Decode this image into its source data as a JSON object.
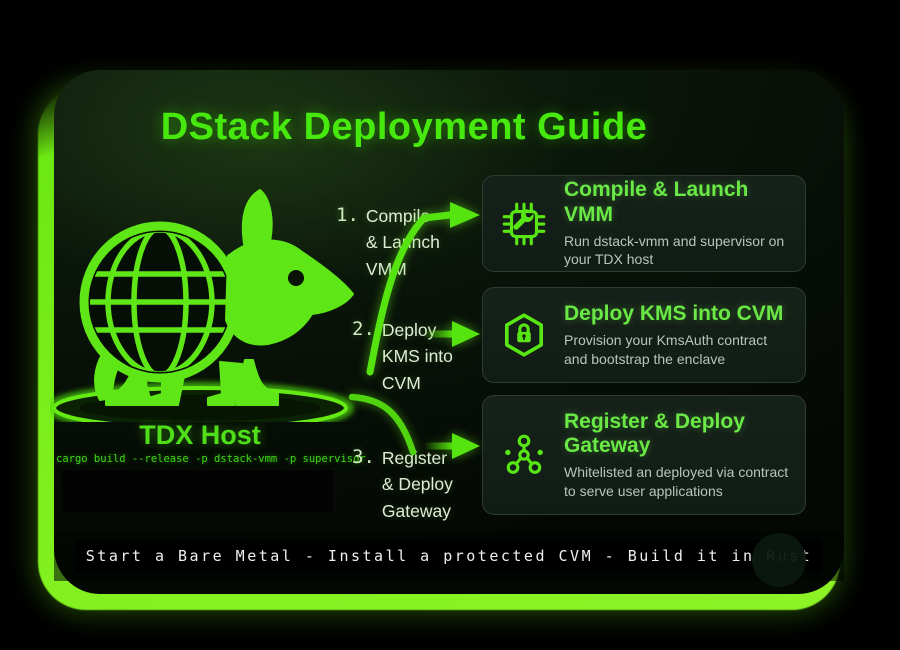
{
  "title": "DStack Deployment Guide",
  "host": {
    "label": "TDX Host",
    "command": "cargo build --release -p dstack-vmm -p supervisor"
  },
  "mascot": {
    "icon": "armadillo-icon"
  },
  "steps": [
    {
      "number": "1.",
      "label": "Compile\n& Launch\nVMM"
    },
    {
      "number": "2.",
      "label": "Deploy\nKMS into\nCVM"
    },
    {
      "number": "3.",
      "label": "Register\n& Deploy\nGateway"
    }
  ],
  "cards": [
    {
      "icon": "chip-wrench-icon",
      "heading": "Compile & Launch VMM",
      "body": "Run dstack-vmm and supervisor on your TDX host"
    },
    {
      "icon": "hexagon-lock-icon",
      "heading": "Deploy KMS into CVM",
      "body": "Provision your KmsAuth contract and bootstrap the enclave"
    },
    {
      "icon": "network-nodes-icon",
      "heading": "Register & Deploy Gateway",
      "body": "Whitelisted an deployed via contract to serve user applications"
    }
  ],
  "footer": {
    "tagline": "Start a Bare Metal - Install a protected CVM - Build it in Rust"
  },
  "colors": {
    "background": "#000000",
    "accent_green": "#5ee616",
    "title_green": "#46e80e",
    "heading_green": "#6ae845",
    "body_gray": "#b9c4ba",
    "panel_bg": "#0a150a",
    "card_bg": "#141f18",
    "card_border": "#2c3b33"
  }
}
